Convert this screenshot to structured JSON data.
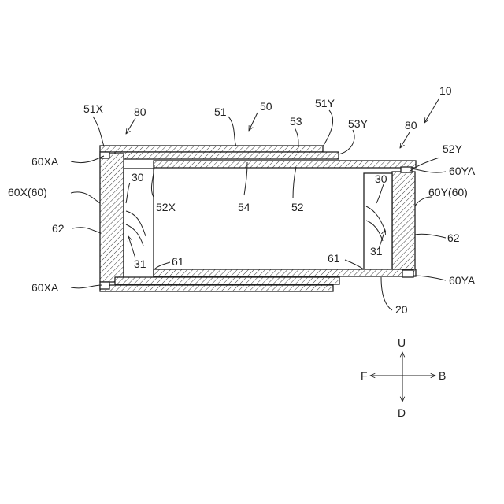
{
  "figure": {
    "labels": {
      "device": "10",
      "frame_left": "80",
      "frame_right": "80",
      "cover": "50",
      "cover_plate": "51",
      "cover_left_edge": "51X",
      "cover_right_edge": "51Y",
      "inner_layer": "53",
      "inner_layer_edge": "53Y",
      "inner_plate": "52",
      "inner_plate_left": "52X",
      "inner_plate_right": "52Y",
      "cavity": "54",
      "spacer_left": "30",
      "spacer_right": "30",
      "spacer_inner_left": "31",
      "spacer_inner_right": "31",
      "bottom_plate": "20",
      "bottom_left": "61",
      "bottom_right": "61",
      "wall_left": "60X(60)",
      "wall_right": "60Y(60)",
      "wall_body_left": "62",
      "wall_body_right": "62",
      "wall_top_left": "60XA",
      "wall_bottom_left": "60XA",
      "wall_top_right": "60YA",
      "wall_bottom_right": "60YA"
    },
    "directions": {
      "up": "U",
      "down": "D",
      "front": "F",
      "back": "B"
    }
  }
}
